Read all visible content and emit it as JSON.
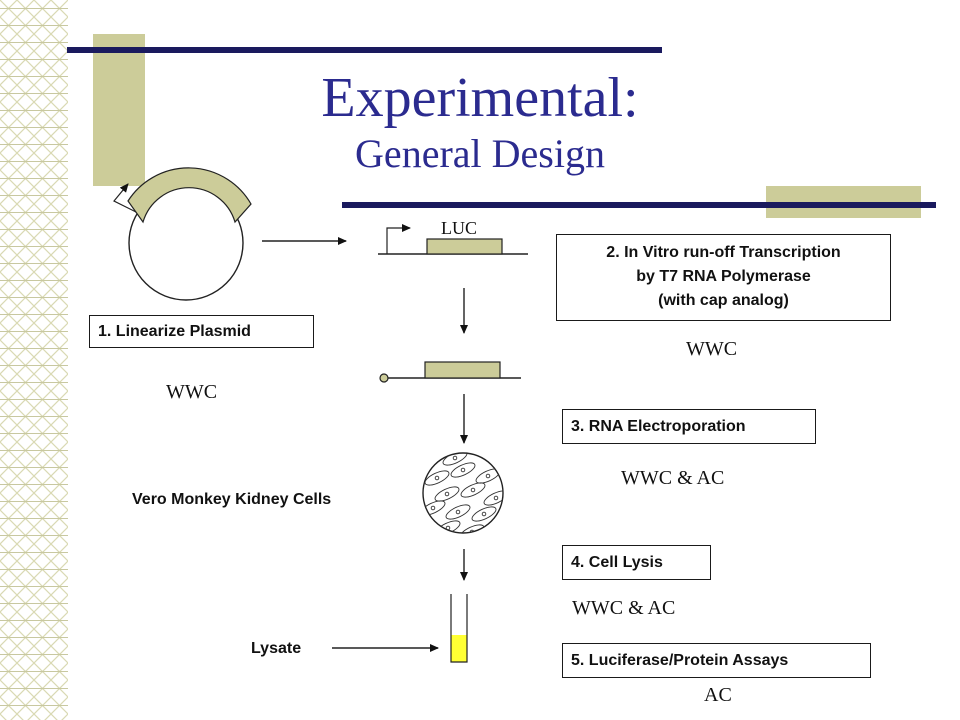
{
  "title": {
    "main": "Experimental:",
    "sub": "General Design"
  },
  "steps": {
    "step1": "1. Linearize Plasmid",
    "step2": [
      "2. In Vitro run-off Transcription",
      "by T7 RNA Polymerase",
      "(with cap analog)"
    ],
    "step3": "3. RNA Electroporation",
    "step4": "4. Cell Lysis",
    "step5": "5. Luciferase/Protein Assays"
  },
  "annotations": {
    "step1": "WWC",
    "step2": "WWC",
    "step3": "WWC & AC",
    "step4": "WWC & AC",
    "step5": "AC"
  },
  "labels": {
    "gene": "LUC",
    "cells": "Vero Monkey Kidney Cells",
    "lysate": "Lysate"
  },
  "colors": {
    "accent_olive": "#cccc99",
    "title_blue": "#2b2b8f",
    "rule_navy": "#1a1a5e",
    "lysate_yellow": "#ffff33"
  }
}
